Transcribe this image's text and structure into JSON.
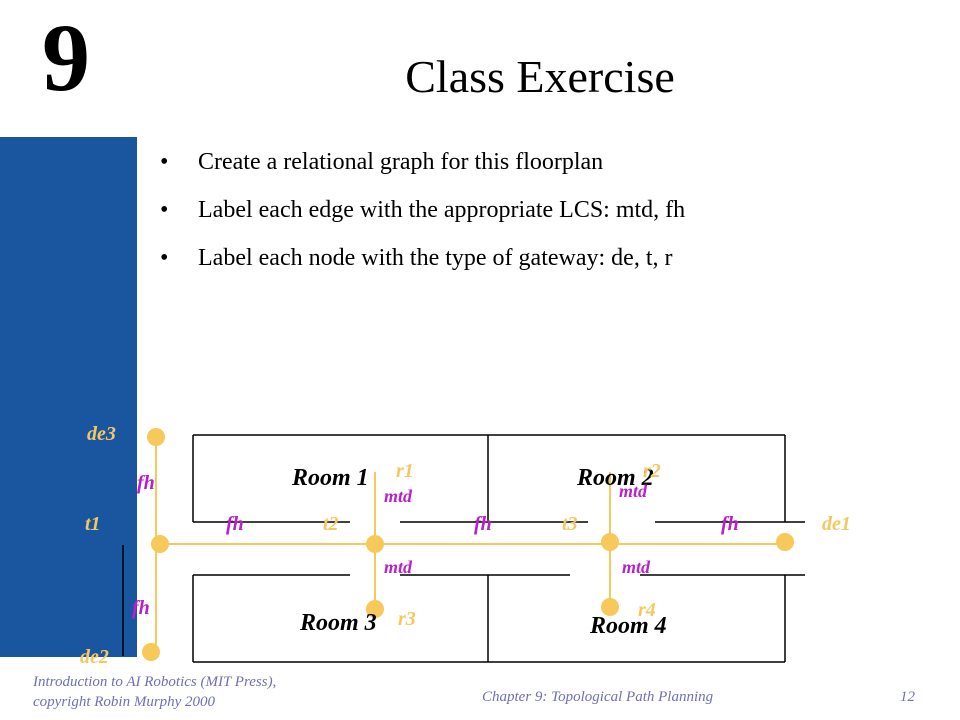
{
  "slide": {
    "chapter_number": "9",
    "title": "Class Exercise",
    "bullets": [
      "Create a relational graph for this floorplan",
      "Label each edge with the appropriate LCS: mtd, fh",
      "Label each node with the type of gateway: de, t, r"
    ]
  },
  "diagram": {
    "rooms": [
      "Room 1",
      "Room 2",
      "Room 3",
      "Room 4"
    ],
    "nodes": [
      "de3",
      "t1",
      "de2",
      "t2",
      "t3",
      "de1",
      "r1",
      "r2",
      "r3",
      "r4"
    ],
    "edges_fh": [
      "fh",
      "fh",
      "fh",
      "fh",
      "fh"
    ],
    "edges_mtd": [
      "mtd",
      "mtd",
      "mtd",
      "mtd"
    ]
  },
  "footer": {
    "source_line1": "Introduction to AI Robotics (MIT Press),",
    "source_line2": "copyright Robin Murphy 2000",
    "chapter": "Chapter 9: Topological Path Planning",
    "page": "12"
  },
  "colors": {
    "sidebar": "#1a55a0",
    "node": "#f7c85a",
    "fh_label": "#b820c8",
    "gateway_label": "#f3c860",
    "footer_text": "#6f6fb8"
  }
}
